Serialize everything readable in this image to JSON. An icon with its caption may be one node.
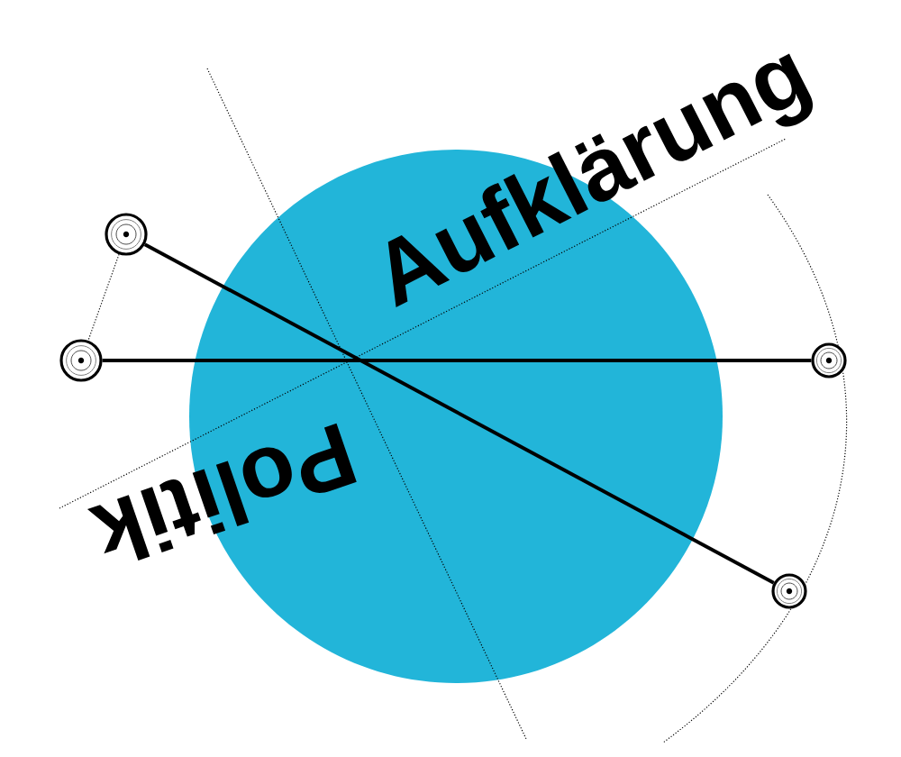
{
  "diagram": {
    "nodes": [
      {
        "text": [],
        "shape": "circle"
      },
      {
        "text": [],
        "shape": "circle"
      },
      {
        "text": [],
        "shape": "circle"
      },
      {
        "text": [],
        "shape": "circle"
      }
    ],
    "edges": [
      {
        "from": 0,
        "to": 3,
        "arrow": "none"
      },
      {
        "from": 1,
        "to": 2,
        "arrow": "none"
      },
      {
        "from": 0,
        "to": 1,
        "arrow": "none",
        "style": "dashed"
      }
    ],
    "labels": [
      "Aufklärung",
      "Politik"
    ]
  }
}
